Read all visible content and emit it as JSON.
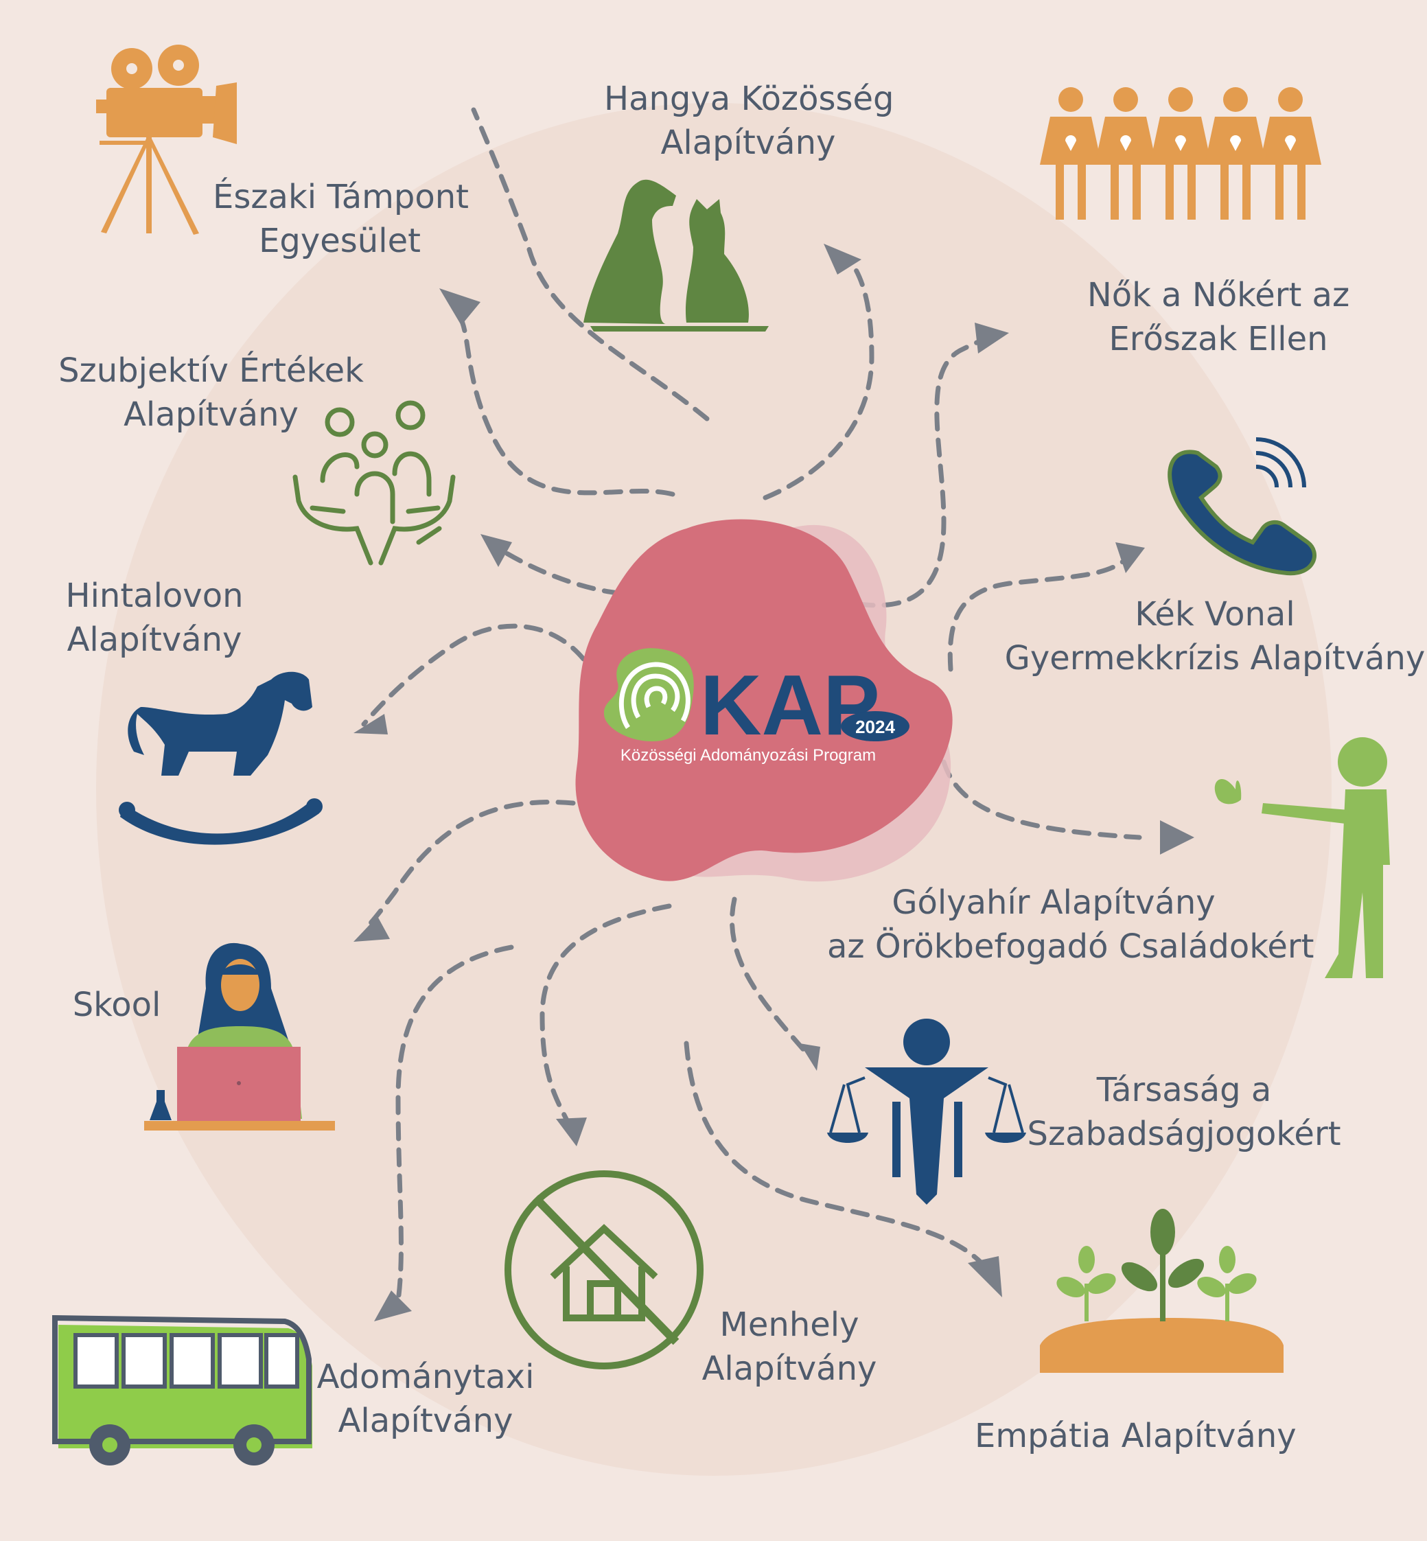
{
  "center": {
    "logo_text": "KAP",
    "year": "2024",
    "subtitle": "Közösségi Adományozási Program"
  },
  "organizations": {
    "eszaki": [
      "Északi Támpont",
      "Egyesület"
    ],
    "hangya": [
      "Hangya Közösség",
      "Alapítvány"
    ],
    "nok": [
      "Nők a Nőkért az",
      "Erőszak Ellen"
    ],
    "szubjektiv": [
      "Szubjektív Értékek",
      "Alapítvány"
    ],
    "kekvonal": [
      "Kék Vonal",
      "Gyermekkrízis Alapítvány"
    ],
    "hintalovon": [
      "Hintalovon",
      "Alapítvány"
    ],
    "golyahir": [
      "Gólyahír Alapítvány",
      "az Örökbefogadó Családokért"
    ],
    "skool": [
      "Skool"
    ],
    "tasz": [
      "Társaság a",
      "Szabadságjogokért"
    ],
    "menhely": [
      "Menhely",
      "Alapítvány"
    ],
    "adomanytaxi": [
      "Adománytaxi",
      "Alapítvány"
    ],
    "empatia": [
      "Empátia Alapítvány"
    ]
  },
  "icons": {
    "eszaki": "film-camera-icon",
    "hangya": "dog-cat-icon",
    "nok": "women-hearts-icon",
    "szubjektiv": "family-hands-icon",
    "kekvonal": "phone-icon",
    "hintalovon": "rocking-horse-icon",
    "golyahir": "child-butterfly-icon",
    "skool": "girl-laptop-icon",
    "tasz": "justice-scales-icon",
    "menhely": "no-home-icon",
    "adomanytaxi": "bus-icon",
    "empatia": "sprouts-icon"
  },
  "colors": {
    "orange": "#e39c4f",
    "green": "#5f8642",
    "light_green": "#8fbd5a",
    "navy": "#1f4b7a",
    "pink": "#d46f7b",
    "gray_text": "#4f5b6c",
    "arrow": "#7a7f88"
  }
}
